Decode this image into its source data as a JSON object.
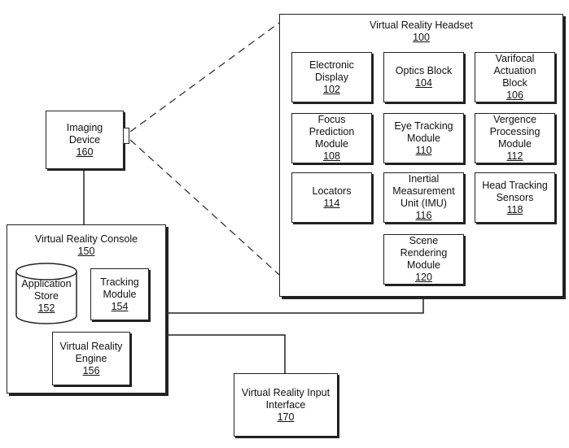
{
  "headset": {
    "name": "Virtual Reality Headset",
    "number": "100",
    "modules": [
      {
        "name": "Electronic Display",
        "number": "102"
      },
      {
        "name": "Optics Block",
        "number": "104"
      },
      {
        "name": "Varifocal Actuation Block",
        "number": "106"
      },
      {
        "name": "Focus Prediction Module",
        "number": "108"
      },
      {
        "name": "Eye Tracking Module",
        "number": "110"
      },
      {
        "name": "Vergence Processing Module",
        "number": "112"
      },
      {
        "name": "Locators",
        "number": "114"
      },
      {
        "name": "Inertial Measurement Unit (IMU)",
        "number": "116"
      },
      {
        "name": "Head Tracking Sensors",
        "number": "118"
      },
      {
        "name": "Scene Rendering Module",
        "number": "120"
      }
    ]
  },
  "imaging_device": {
    "name": "Imaging Device",
    "number": "160"
  },
  "console": {
    "name": "Virtual Reality Console",
    "number": "150",
    "modules": [
      {
        "name": "Application Store",
        "number": "152"
      },
      {
        "name": "Tracking Module",
        "number": "154"
      },
      {
        "name": "Virtual Reality Engine",
        "number": "156"
      }
    ]
  },
  "input_interface": {
    "name": "Virtual Reality Input Interface",
    "number": "170"
  }
}
